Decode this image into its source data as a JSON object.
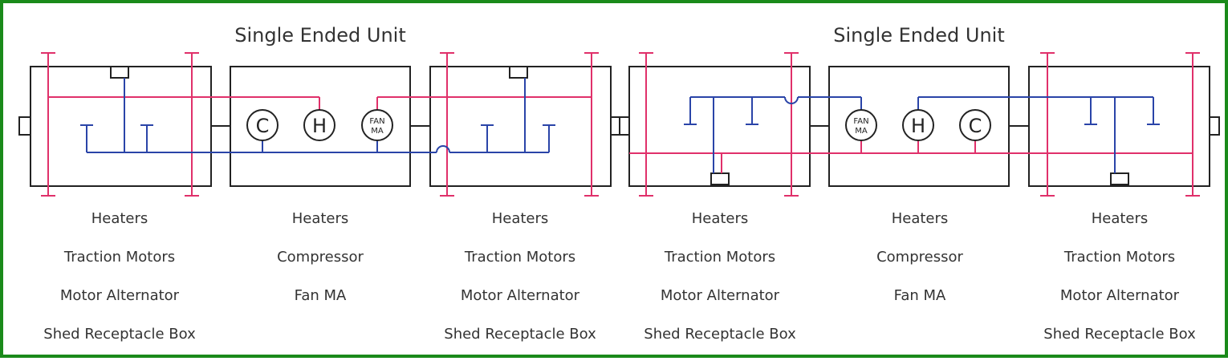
{
  "titles": [
    "Single Ended Unit",
    "Single Ended Unit"
  ],
  "cars": [
    {
      "labels": [
        "Heaters",
        "Traction Motors",
        "Motor Alternator",
        "Shed Receptacle Box"
      ]
    },
    {
      "labels": [
        "Heaters",
        "Compressor",
        "Fan MA"
      ]
    },
    {
      "labels": [
        "Heaters",
        "Traction Motors",
        "Motor Alternator",
        "Shed Receptacle Box"
      ]
    },
    {
      "labels": [
        "Heaters",
        "Traction Motors",
        "Motor Alternator",
        "Shed Receptacle Box"
      ]
    },
    {
      "labels": [
        "Heaters",
        "Compressor",
        "Fan MA"
      ]
    },
    {
      "labels": [
        "Heaters",
        "Traction Motors",
        "Motor Alternator",
        "Shed Receptacle Box"
      ]
    }
  ],
  "symbols": {
    "compressor": "C",
    "heater": "H",
    "fan_ma_line1": "FAN",
    "fan_ma_line2": "MA"
  },
  "colors": {
    "border": "#1a8a1a",
    "red_line": "#e0306a",
    "blue_line": "#2a44a8",
    "car_outline": "#222222"
  }
}
